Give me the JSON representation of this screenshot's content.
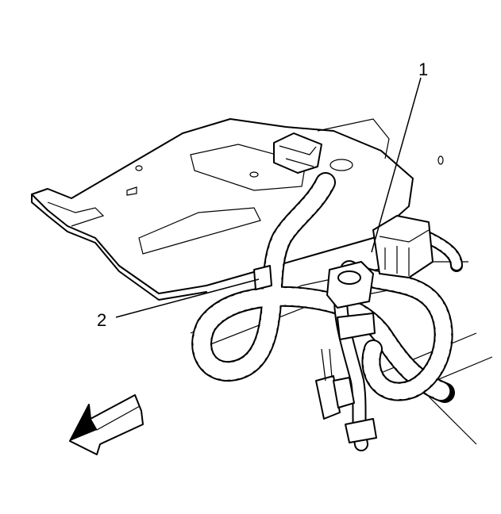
{
  "callouts": [
    {
      "id": "1",
      "label": "1"
    },
    {
      "id": "2",
      "label": "2"
    }
  ],
  "colors": {
    "line": "#000000",
    "background": "#ffffff"
  },
  "icons": [
    "front-direction-arrow-icon"
  ]
}
